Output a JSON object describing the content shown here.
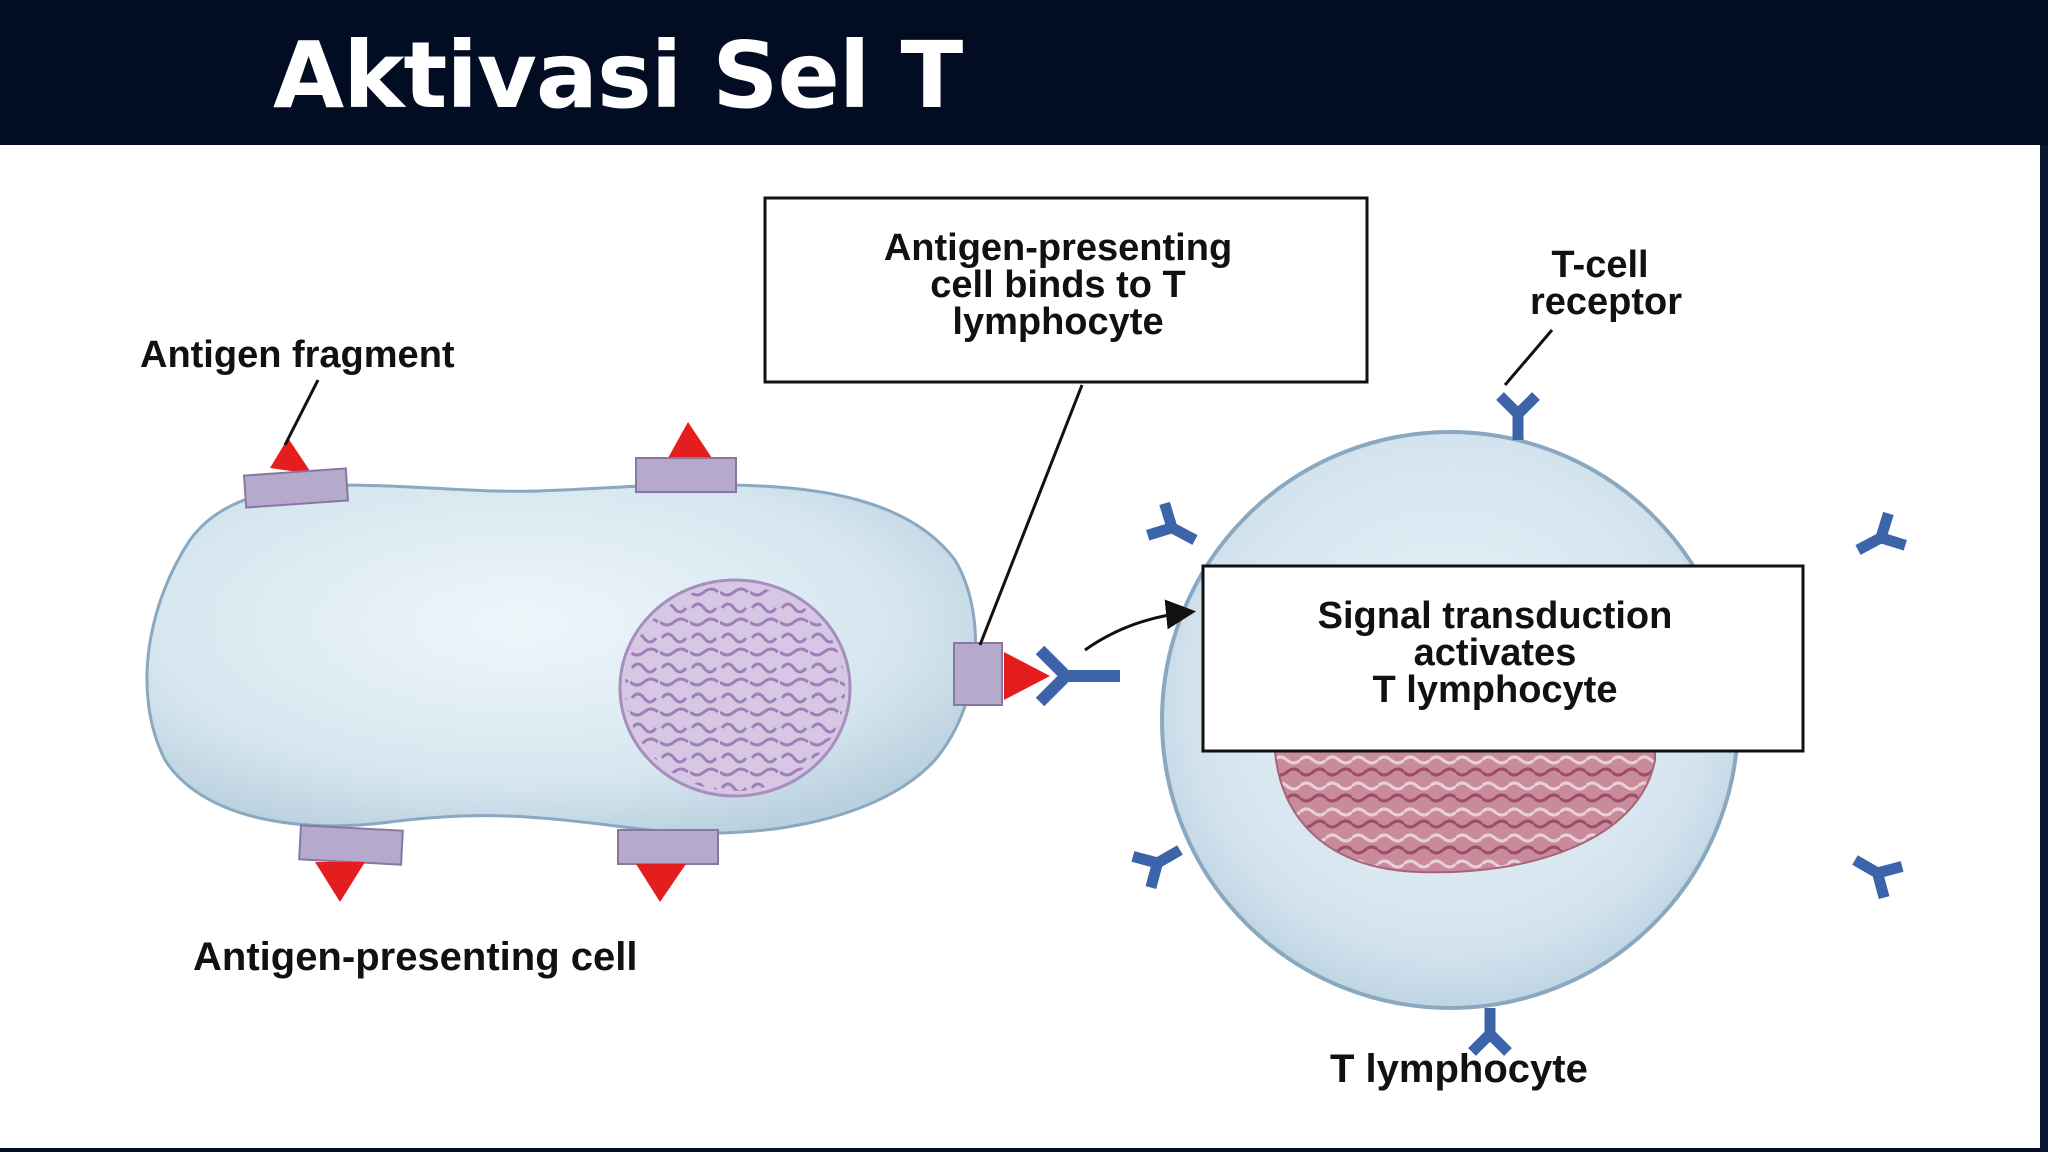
{
  "slide": {
    "title": "Aktivasi Sel T"
  },
  "diagram": {
    "labels": {
      "antigen_fragment": "Antigen fragment",
      "binding_box": [
        "Antigen-presenting",
        "cell binds to T",
        "lymphocyte"
      ],
      "t_cell_receptor": [
        "T-cell",
        "receptor"
      ],
      "signal_box": [
        "Signal transduction",
        "activates",
        "T lymphocyte"
      ],
      "antigen_presenting_cell": "Antigen-presenting cell",
      "t_lymphocyte": "T lymphocyte"
    },
    "colors": {
      "cell_fill": "#d8e8f0",
      "cell_stroke": "#8aa8c0",
      "antigen_red": "#e41e1e",
      "mhc_purple": "#b5a9cc",
      "receptor_blue": "#3c64a8",
      "nucleus_purple": "#c9b6d8",
      "nucleus_red": "#b86a80"
    }
  }
}
